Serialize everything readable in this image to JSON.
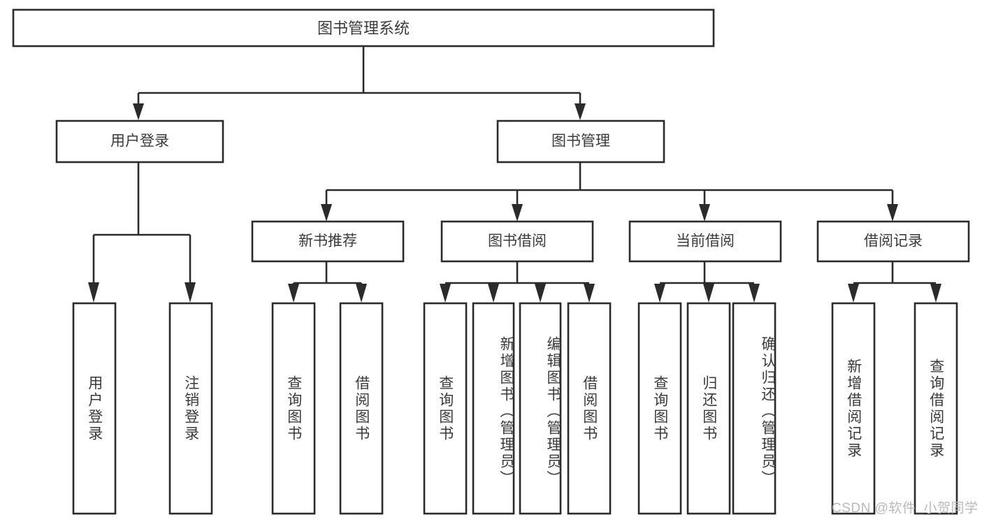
{
  "diagram": {
    "title": "图书管理系统",
    "type": "tree",
    "root": {
      "id": "root",
      "label": "图书管理系统",
      "orientation": "horizontal"
    },
    "level2": [
      {
        "id": "user-login",
        "label": "用户登录",
        "orientation": "horizontal"
      },
      {
        "id": "book-manage",
        "label": "图书管理",
        "orientation": "horizontal"
      }
    ],
    "level3": [
      {
        "id": "new-book-recommend",
        "label": "新书推荐",
        "parent": "book-manage",
        "orientation": "horizontal"
      },
      {
        "id": "book-borrow",
        "label": "图书借阅",
        "parent": "book-manage",
        "orientation": "horizontal"
      },
      {
        "id": "current-borrow",
        "label": "当前借阅",
        "parent": "book-manage",
        "orientation": "horizontal"
      },
      {
        "id": "borrow-record",
        "label": "借阅记录",
        "parent": "book-manage",
        "orientation": "horizontal"
      }
    ],
    "leaves": [
      {
        "id": "leaf-user-login",
        "label": "用户登录",
        "parent": "user-login",
        "orientation": "vertical"
      },
      {
        "id": "leaf-user-logout",
        "label": "注销登录",
        "parent": "user-login",
        "orientation": "vertical"
      },
      {
        "id": "leaf-query-book-1",
        "label": "查询图书",
        "parent": "new-book-recommend",
        "orientation": "vertical"
      },
      {
        "id": "leaf-borrow-book-1",
        "label": "借阅图书",
        "parent": "new-book-recommend",
        "orientation": "vertical"
      },
      {
        "id": "leaf-query-book-2",
        "label": "查询图书",
        "parent": "book-borrow",
        "orientation": "vertical"
      },
      {
        "id": "leaf-add-book",
        "label": "新增图书（管理员）",
        "parent": "book-borrow",
        "orientation": "vertical"
      },
      {
        "id": "leaf-edit-book",
        "label": "编辑图书（管理员）",
        "parent": "book-borrow",
        "orientation": "vertical"
      },
      {
        "id": "leaf-borrow-book-2",
        "label": "借阅图书",
        "parent": "book-borrow",
        "orientation": "vertical"
      },
      {
        "id": "leaf-query-book-3",
        "label": "查询图书",
        "parent": "current-borrow",
        "orientation": "vertical"
      },
      {
        "id": "leaf-return-book",
        "label": "归还图书",
        "parent": "current-borrow",
        "orientation": "vertical"
      },
      {
        "id": "leaf-confirm-return",
        "label": "确认归还（管理员）",
        "parent": "current-borrow",
        "orientation": "vertical"
      },
      {
        "id": "leaf-add-record",
        "label": "新增借阅记录",
        "parent": "borrow-record",
        "orientation": "vertical"
      },
      {
        "id": "leaf-query-record",
        "label": "查询借阅记录",
        "parent": "borrow-record",
        "orientation": "vertical"
      }
    ],
    "colors": {
      "box_stroke": "#2b2b2b",
      "box_fill": "#ffffff",
      "text": "#3a3a3a",
      "connector": "#2b2b2b",
      "background": "#ffffff",
      "watermark": "#b9b9b9"
    }
  },
  "watermark": {
    "text": "CSDN @软件_小贺同学"
  }
}
